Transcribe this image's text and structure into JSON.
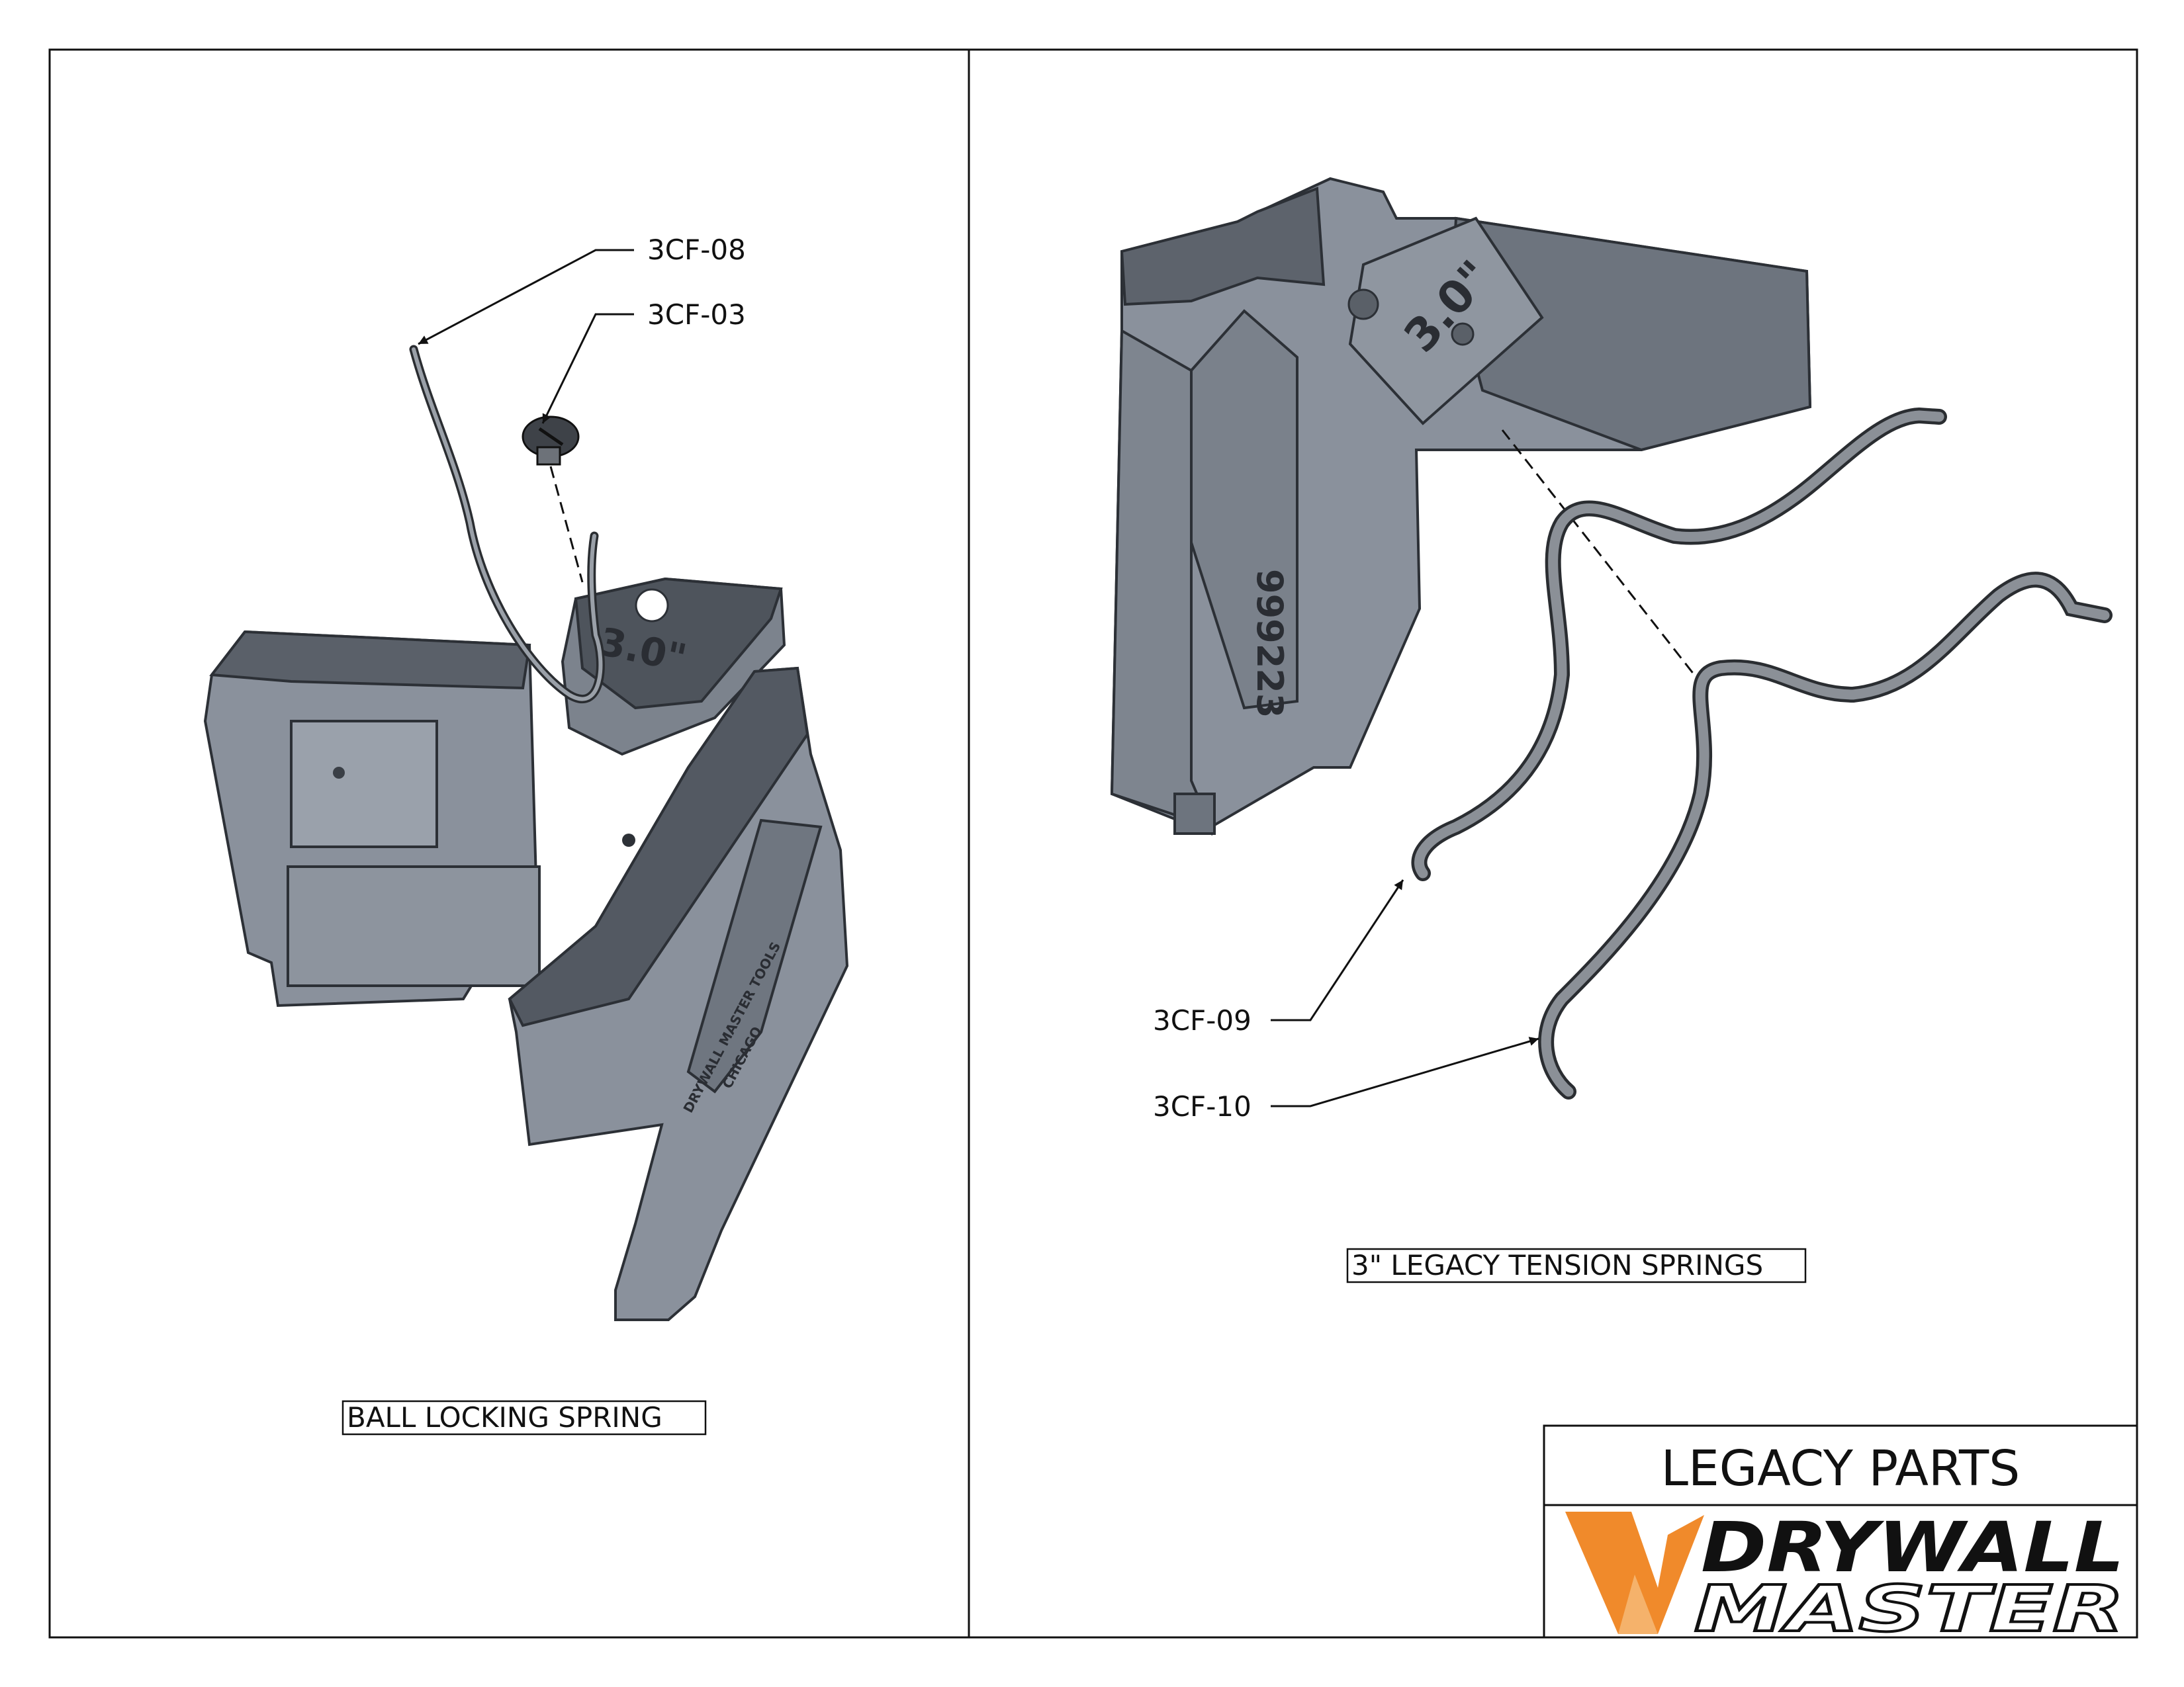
{
  "left_view": {
    "callouts": [
      "3CF-08",
      "3CF-03"
    ],
    "engraving_size": "3.0\"",
    "engraving_brand": "DRYWALL MASTER TOOLS",
    "engraving_city": "CHICAGO",
    "caption": "BALL LOCKING SPRING"
  },
  "right_view": {
    "callouts": [
      "3CF-09",
      "3CF-10"
    ],
    "engraving_size": "3.0\"",
    "engraving_number": "999223",
    "caption": "3\" LEGACY TENSION SPRINGS"
  },
  "title_block": {
    "title": "LEGACY PARTS",
    "logo_line1": "DRYWALL",
    "logo_line2": "MASTER"
  },
  "colors": {
    "part_face": "#8a919c",
    "part_dark": "#5f6670",
    "part_top": "#4a5058",
    "spring": "#777c83",
    "logo_orange": "#f08a2b",
    "logo_light": "#f5b26b",
    "logo_black": "#111111"
  },
  "icons": [
    "screw-icon",
    "wire-spring-icon",
    "tension-spring-icon",
    "drywall-master-logo"
  ]
}
